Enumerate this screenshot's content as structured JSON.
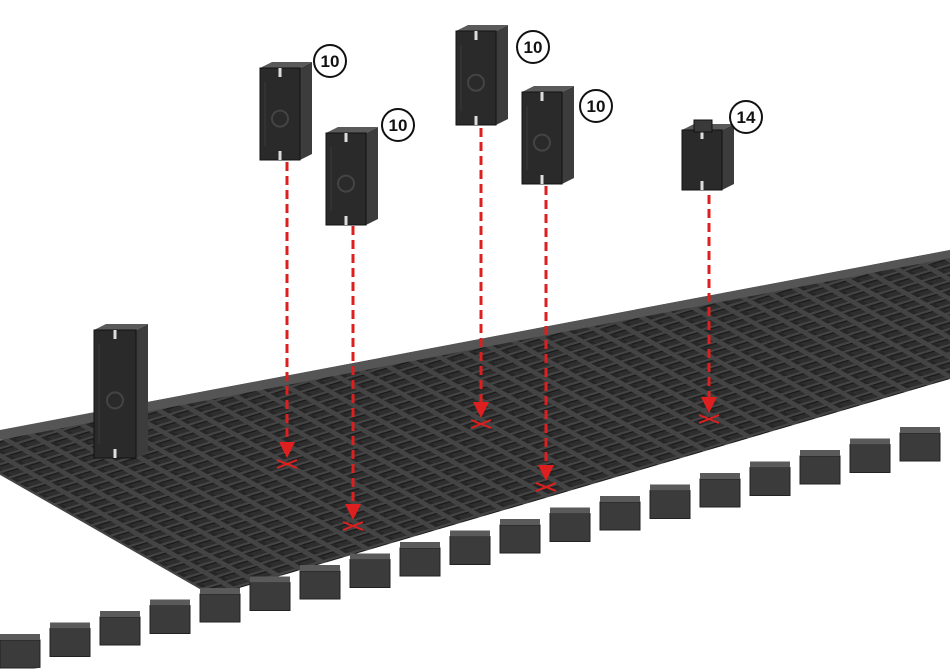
{
  "colors": {
    "background": "#ffffff",
    "grid_top": "#4b4b4b",
    "grid_side": "#3a3a3a",
    "grid_line": "#1f1f1f",
    "part_front": "#2a2a2a",
    "part_side": "#3c3c3c",
    "part_top": "#5a5a5a",
    "arrow": "#dd1f1f",
    "callout_stroke": "#111111"
  },
  "icons": {
    "arrow_head": "triangle-down-icon",
    "target_mark": "x-cross-icon"
  },
  "parts": [
    {
      "id": "part-1",
      "kind": "tall-pillar",
      "quantity_label": "10"
    },
    {
      "id": "part-2",
      "kind": "tall-pillar",
      "quantity_label": "10"
    },
    {
      "id": "part-3",
      "kind": "tall-pillar",
      "quantity_label": "10"
    },
    {
      "id": "part-4",
      "kind": "tall-pillar",
      "quantity_label": "10"
    },
    {
      "id": "part-5",
      "kind": "short-cap",
      "quantity_label": "14"
    }
  ],
  "installed_pillar": {
    "kind": "tall-pillar"
  }
}
